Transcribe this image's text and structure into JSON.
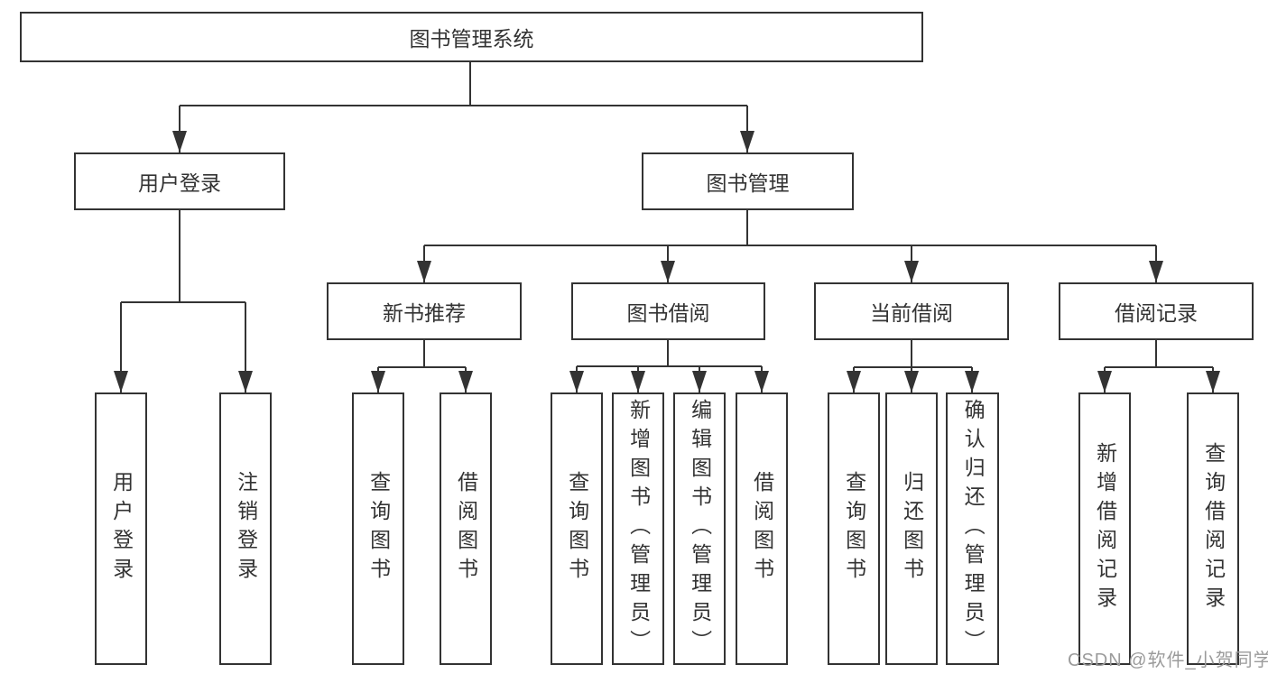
{
  "tree": {
    "root": {
      "label": "图书管理系统",
      "children": [
        {
          "label": "用户登录",
          "children": [
            {
              "label": "用户登录"
            },
            {
              "label": "注销登录"
            }
          ]
        },
        {
          "label": "图书管理",
          "children": [
            {
              "label": "新书推荐",
              "children": [
                {
                  "label": "查询图书"
                },
                {
                  "label": "借阅图书"
                }
              ]
            },
            {
              "label": "图书借阅",
              "children": [
                {
                  "label": "查询图书"
                },
                {
                  "label": "新增图书（管理员）"
                },
                {
                  "label": "编辑图书（管理员）"
                },
                {
                  "label": "借阅图书"
                }
              ]
            },
            {
              "label": "当前借阅",
              "children": [
                {
                  "label": "查询图书"
                },
                {
                  "label": "归还图书"
                },
                {
                  "label": "确认归还（管理员）"
                }
              ]
            },
            {
              "label": "借阅记录",
              "children": [
                {
                  "label": "新增借阅记录"
                },
                {
                  "label": "查询借阅记录"
                }
              ]
            }
          ]
        }
      ]
    }
  },
  "watermark": "CSDN @软件_小贺同学",
  "colors": {
    "line": "#333333",
    "text": "#333333",
    "watermark": "#9b9b9b",
    "background": "#ffffff"
  }
}
